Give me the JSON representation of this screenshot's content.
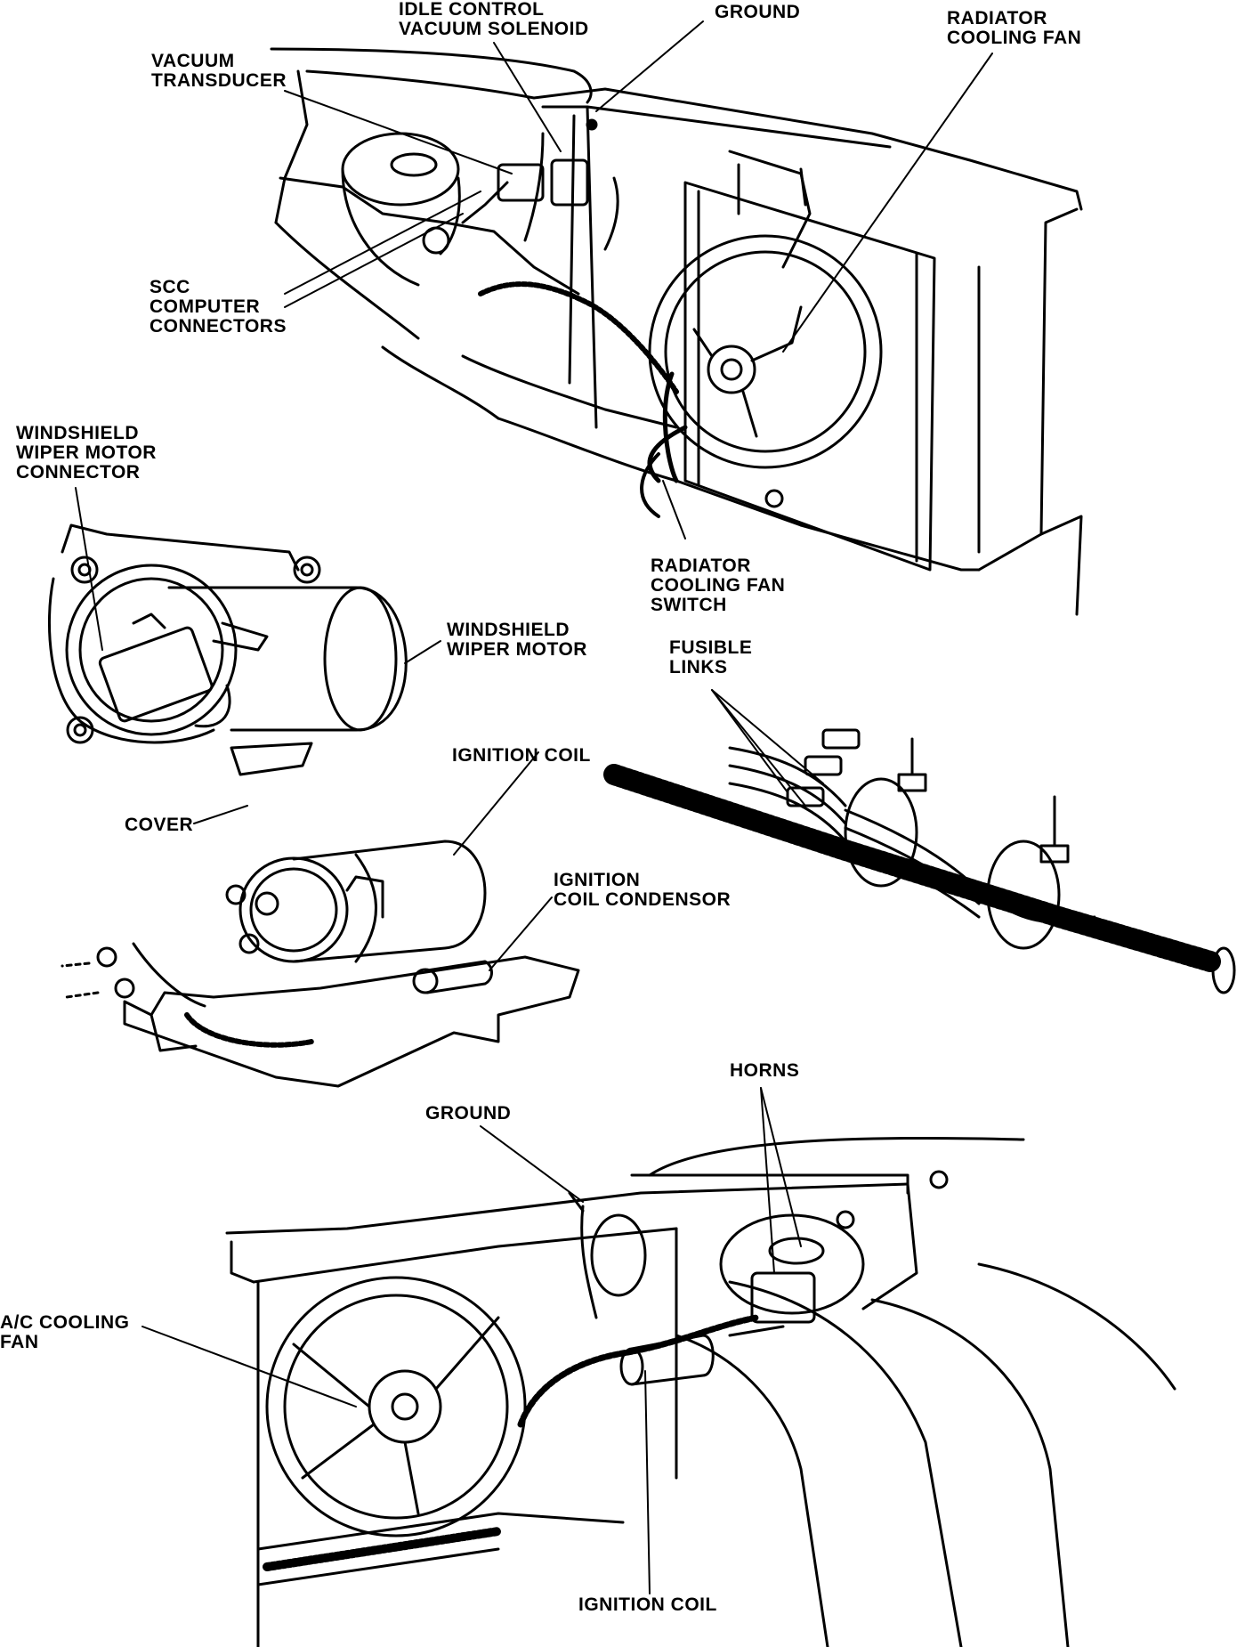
{
  "labels": {
    "idle_control_vacuum_solenoid": [
      "IDLE CONTROL",
      "VACUUM SOLENOID"
    ],
    "ground_top": [
      "GROUND"
    ],
    "radiator_cooling_fan": [
      "RADIATOR",
      "COOLING FAN"
    ],
    "vacuum_transducer": [
      "VACUUM",
      "TRANSDUCER"
    ],
    "scc_computer_connectors": [
      "SCC",
      "COMPUTER",
      "CONNECTORS"
    ],
    "windshield_wiper_motor_connector": [
      "WINDSHIELD",
      "WIPER MOTOR",
      "CONNECTOR"
    ],
    "radiator_cooling_fan_switch": [
      "RADIATOR",
      "COOLING FAN",
      "SWITCH"
    ],
    "windshield_wiper_motor": [
      "WINDSHIELD",
      "WIPER MOTOR"
    ],
    "fusible_links": [
      "FUSIBLE",
      "LINKS"
    ],
    "ignition_coil_top": [
      "IGNITION COIL"
    ],
    "cover": [
      "COVER"
    ],
    "ignition_coil_condensor": [
      "IGNITION",
      "COIL CONDENSOR"
    ],
    "horns": [
      "HORNS"
    ],
    "ground_bottom": [
      "GROUND"
    ],
    "ac_cooling_fan": [
      "A/C COOLING",
      "FAN"
    ],
    "ignition_coil_bottom": [
      "IGNITION COIL"
    ]
  },
  "colors": {
    "ink": "#000000",
    "paper": "#ffffff"
  }
}
